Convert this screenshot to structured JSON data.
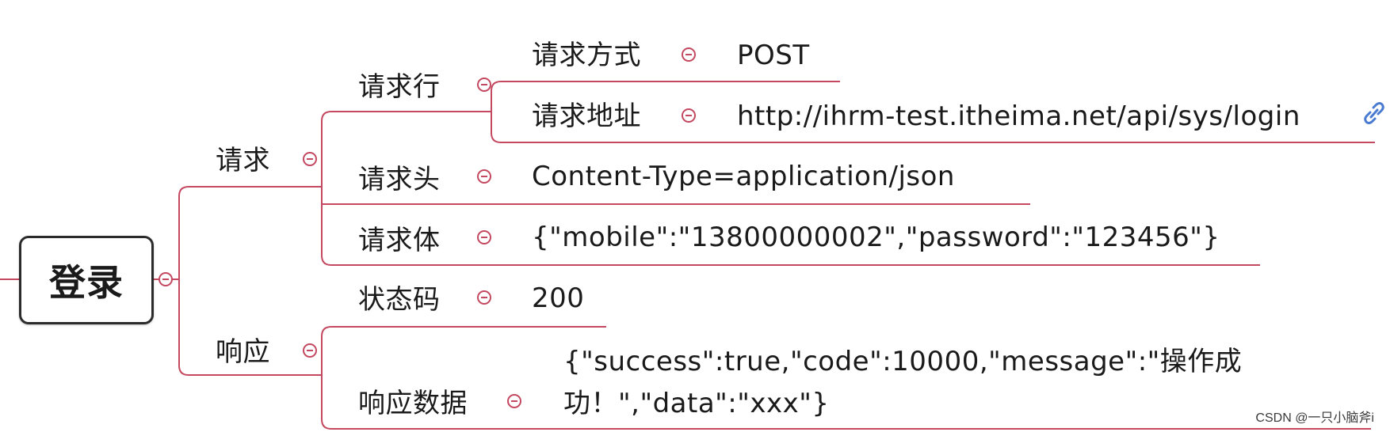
{
  "root": {
    "label": "登录"
  },
  "branches": {
    "request": {
      "label": "请求",
      "request_line": {
        "label": "请求行",
        "method": {
          "label": "请求方式",
          "value": "POST"
        },
        "address": {
          "label": "请求地址",
          "value": "http://ihrm-test.itheima.net/api/sys/login"
        }
      },
      "header": {
        "label": "请求头",
        "value": "Content-Type=application/json"
      },
      "body": {
        "label": "请求体",
        "value": "{\"mobile\":\"13800000002\",\"password\":\"123456\"}"
      }
    },
    "response": {
      "label": "响应",
      "status": {
        "label": "状态码",
        "value": "200"
      },
      "data": {
        "label": "响应数据",
        "value_line1": "{\"success\":true,\"code\":10000,\"message\":\"操作成",
        "value_line2": "功！\",\"data\":\"xxx\"}"
      }
    }
  },
  "colors": {
    "connector": "#c4485f",
    "root_border": "#2b2b2b"
  },
  "icons": {
    "collapse": "collapse-minus-icon",
    "link": "link-icon"
  },
  "watermark": "CSDN @一只小脑斧i"
}
